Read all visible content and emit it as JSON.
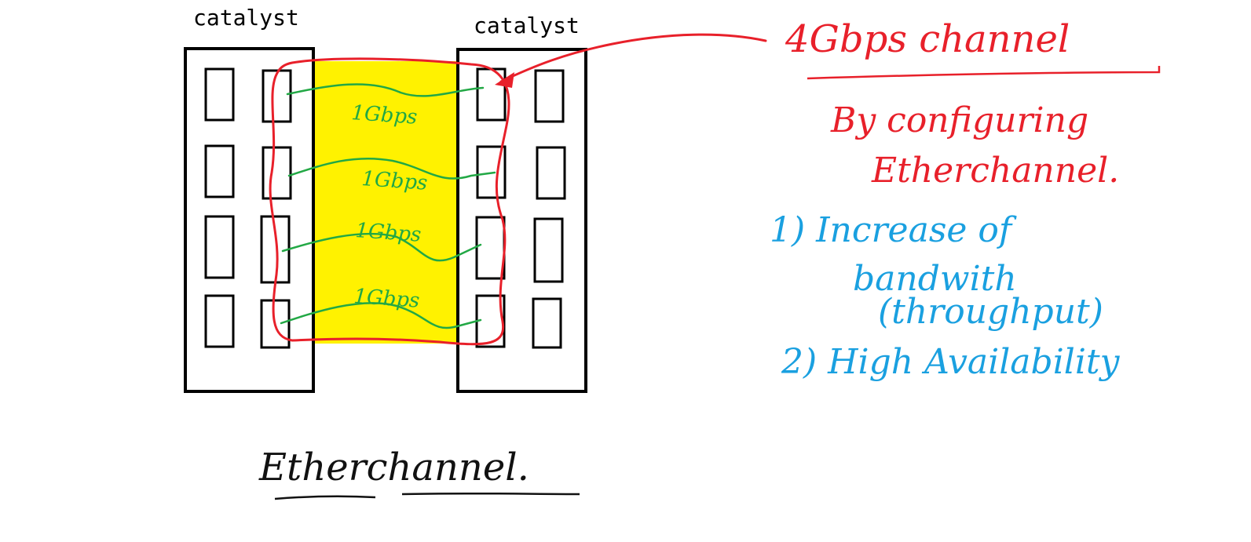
{
  "switches": {
    "left_label": "catalyst",
    "right_label": "catalyst"
  },
  "links": [
    {
      "label": "1Gbps"
    },
    {
      "label": "1Gbps"
    },
    {
      "label": "1Gbps"
    },
    {
      "label": "1Gbps"
    }
  ],
  "annotations": {
    "channel": "4Gbps channel",
    "config_line1": "By configuring",
    "config_line2": "Etherchannel.",
    "benefit1_line1": "1) Increase of",
    "benefit1_line2": "bandwith",
    "benefit1_line3": "(throughput)",
    "benefit2": "2) High Availability",
    "footer": "Etherchannel."
  },
  "colors": {
    "bundle_fill": "#fff200",
    "bundle_outline": "#e8202a",
    "link": "#22a845",
    "annotation_red": "#e8202a",
    "annotation_blue": "#1aa0e0",
    "ink": "#111111"
  }
}
